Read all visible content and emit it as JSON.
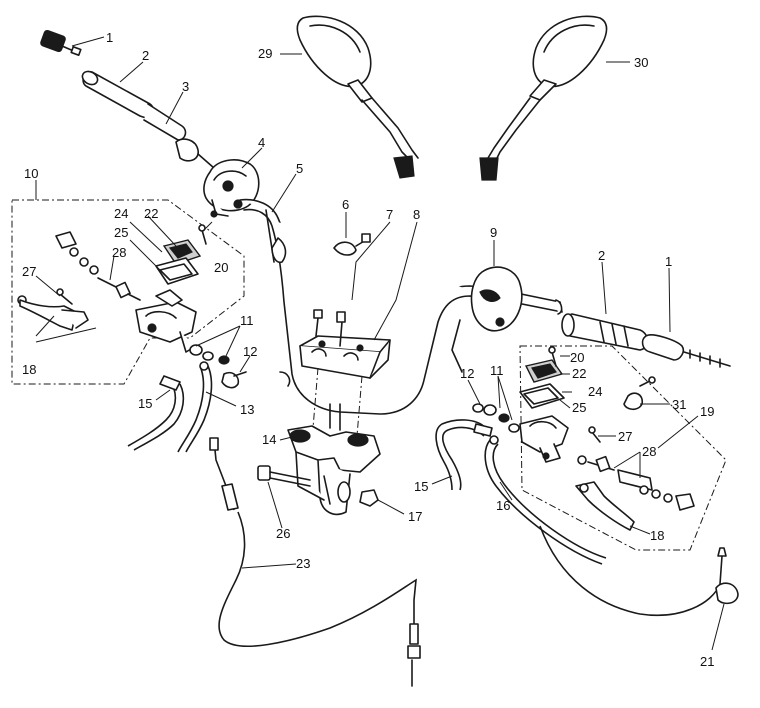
{
  "callouts": {
    "c1a": "1",
    "c1b": "1",
    "c2a": "2",
    "c2b": "2",
    "c3": "3",
    "c4": "4",
    "c5": "5",
    "c6": "6",
    "c7": "7",
    "c8": "8",
    "c9": "9",
    "c10": "10",
    "c11a": "11",
    "c11b": "11",
    "c12a": "12",
    "c12b": "12",
    "c13": "13",
    "c14": "14",
    "c15a": "15",
    "c15b": "15",
    "c16": "16",
    "c17": "17",
    "c18a": "18",
    "c18b": "18",
    "c19": "19",
    "c20a": "20",
    "c20b": "20",
    "c21": "21",
    "c22a": "22",
    "c22b": "22",
    "c23": "23",
    "c24a": "24",
    "c24b": "24",
    "c25a": "25",
    "c25b": "25",
    "c26": "26",
    "c27a": "27",
    "c27b": "27",
    "c28a": "28",
    "c28b": "28",
    "c29": "29",
    "c30": "30",
    "c31": "31"
  },
  "colors": {
    "line": "#1a1a1a",
    "background": "#ffffff",
    "shade": "#cfcfcf"
  }
}
